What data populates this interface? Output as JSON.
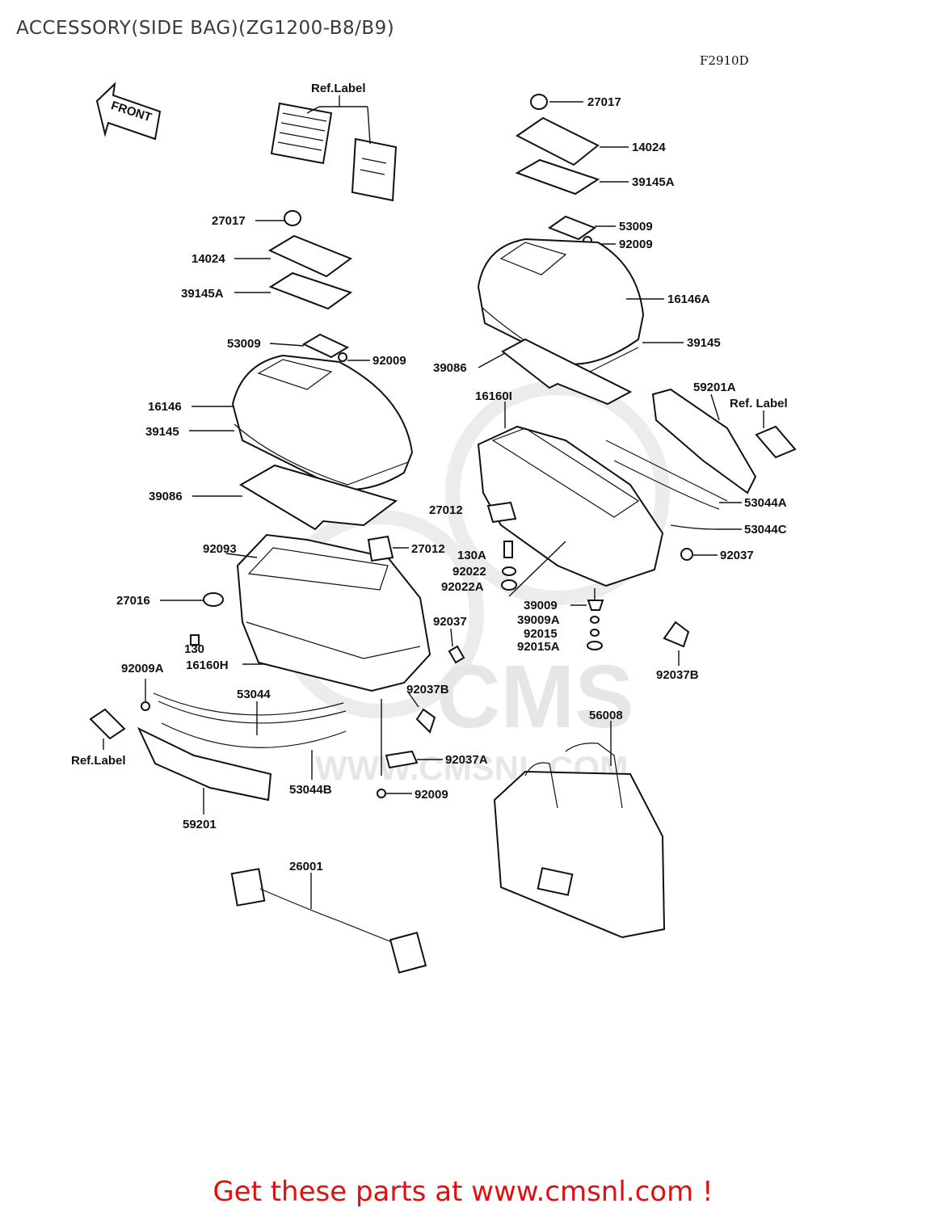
{
  "title": "ACCESSORY(SIDE BAG)(ZG1200-B8/B9)",
  "diagram_code": "F2910D",
  "footer": "Get these parts at www.cmsnl.com !",
  "watermark": {
    "logo_text": "CMS",
    "url_text": "WWW.CMSNL.COM",
    "color": "#e6e6e6"
  },
  "front_arrow_text": "FRONT",
  "colors": {
    "footer_text": "#e01010",
    "title_text": "#3a3a3a",
    "line": "#111111"
  },
  "callouts": {
    "ref_label_top": "Ref.Label",
    "r_27017": "27017",
    "r_14024": "14024",
    "r_39145A": "39145A",
    "r_53009": "53009",
    "r_92009_a": "92009",
    "r_16146A": "16146A",
    "r_39145": "39145",
    "r_39086": "39086",
    "r_16160I": "16160I",
    "r_59201A": "59201A",
    "ref_label_right": "Ref. Label",
    "r_53044A": "53044A",
    "r_27012": "27012",
    "r_53044C": "53044C",
    "r_130A": "130A",
    "r_92037_r": "92037",
    "r_92022": "92022",
    "r_92022A": "92022A",
    "r_39009": "39009",
    "r_39009A": "39009A",
    "r_92015": "92015",
    "r_92015A": "92015A",
    "r_92037B_r": "92037B",
    "l_27017": "27017",
    "l_14024": "14024",
    "l_39145A": "39145A",
    "l_53009": "53009",
    "l_92009": "92009",
    "l_16146": "16146",
    "l_39145": "39145",
    "l_39086": "39086",
    "l_92093": "92093",
    "l_27012": "27012",
    "l_27016": "27016",
    "l_92037": "92037",
    "l_130": "130",
    "l_16160H": "16160H",
    "l_92009A": "92009A",
    "l_53044": "53044",
    "l_92037B": "92037B",
    "ref_label_left": "Ref.Label",
    "l_92037A": "92037A",
    "l_53044B": "53044B",
    "l_92009_b": "92009",
    "l_59201": "59201",
    "r_56008": "56008",
    "r_26001": "26001"
  }
}
